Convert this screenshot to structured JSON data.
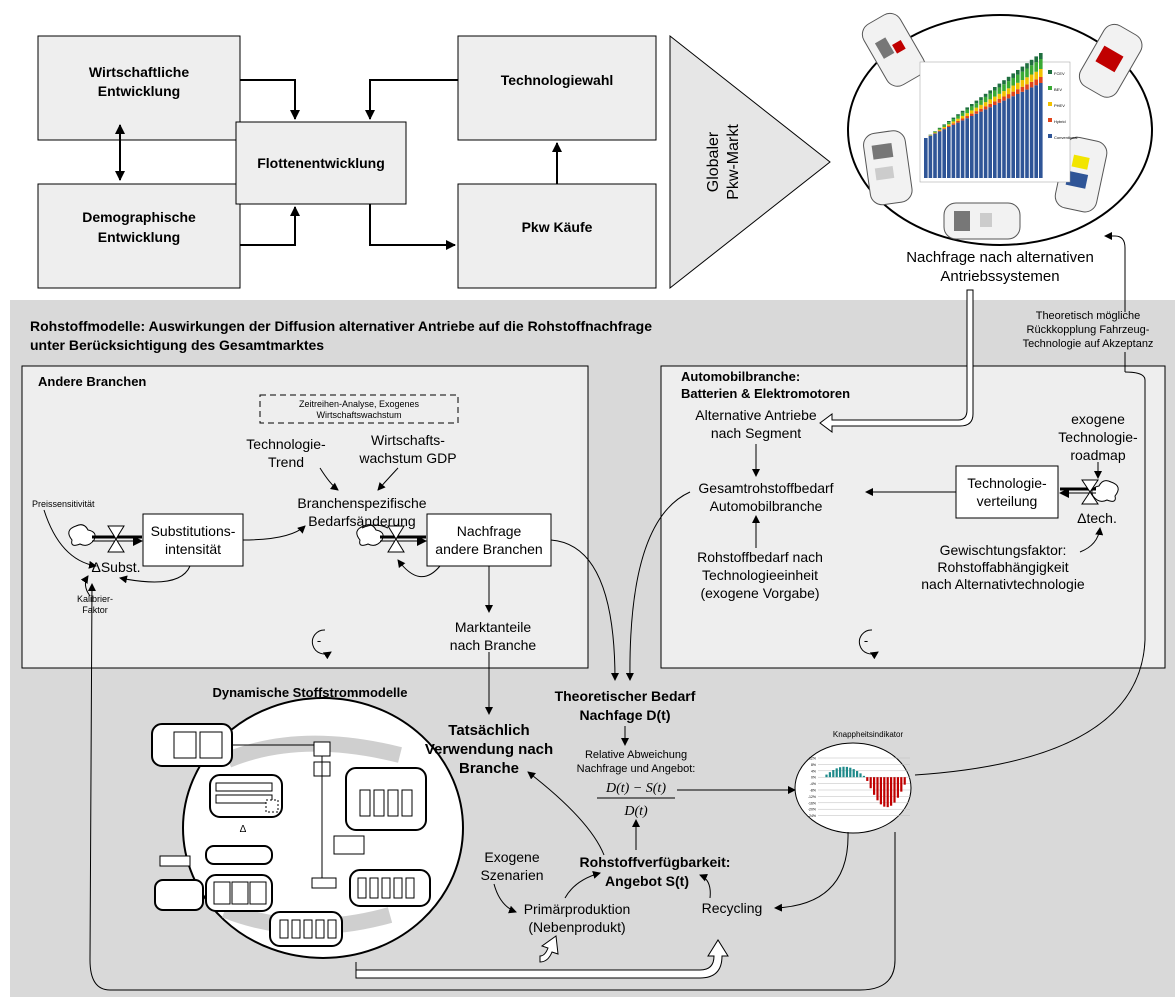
{
  "top_flow": {
    "wirtschaft": [
      "Wirtschaftliche",
      "Entwicklung"
    ],
    "demographie": [
      "Demographische",
      "Entwicklung"
    ],
    "flotte": "Flottenentwicklung",
    "technologiewahl": "Technologiewahl",
    "pkw_kaeufe": "Pkw Käufe",
    "globaler_markt": [
      "Globaler",
      "Pkw-Markt"
    ]
  },
  "fleet_chart": {
    "legend": [
      "FCEV",
      "BEV",
      "PHEV",
      "Hybrid",
      "Conventional"
    ],
    "legend_colors": [
      "#1f6f3f",
      "#3aaa35",
      "#f2c200",
      "#e0441b",
      "#2f5597"
    ]
  },
  "demand_label": [
    "Nachfrage nach alternativen",
    "Antriebssystemen"
  ],
  "feedback_label": [
    "Theoretisch mögliche",
    "Rückkopplung Fahrzeug-",
    "Technologie auf Akzeptanz"
  ],
  "section_title": [
    "Rohstoffmodelle: Auswirkungen der Diffusion alternativer Antriebe auf die Rohstoffnachfrage",
    "unter Berücksichtigung des Gesamtmarktes"
  ],
  "andere": {
    "title": "Andere Branchen",
    "dashed_box": [
      "Zeitreihen-Analyse, Exogenes",
      "Wirtschaftswachstum"
    ],
    "tech_trend": [
      "Technologie-",
      "Trend"
    ],
    "gdp": [
      "Wirtschafts-",
      "wachstum GDP"
    ],
    "branchen_bedarf": [
      "Branchenspezifische",
      "Bedarfsänderung"
    ],
    "preis": "Preissensitivität",
    "subst_box": [
      "Substitutions-",
      "intensität"
    ],
    "delta_subst": "ΔSubst.",
    "kalibrier": [
      "Kalibrier-",
      "Faktor"
    ],
    "nachfrage_box": [
      "Nachfrage",
      "andere Branchen"
    ],
    "marktanteile": [
      "Marktanteile",
      "nach Branche"
    ],
    "loop": "-"
  },
  "auto": {
    "title": [
      "Automobilbranche:",
      "Batterien & Elektromotoren"
    ],
    "alt_antriebe": [
      "Alternative Antriebe",
      "nach Segment"
    ],
    "exogene_tech": [
      "exogene",
      "Technologie-",
      "roadmap"
    ],
    "gesamt": [
      "Gesamtrohstoffbedarf",
      "Automobilbranche"
    ],
    "tech_box": [
      "Technologie-",
      "verteilung"
    ],
    "delta_tech": "Δtech.",
    "rohstoff_tech": [
      "Rohstoffbedarf nach",
      "Technologieeinheit",
      "(exogene Vorgabe)"
    ],
    "gewicht": [
      "Gewischtungsfaktor:",
      "Rohstoffabhängigkeit",
      "nach Alternativtechnologie"
    ],
    "loop": "-"
  },
  "bottom": {
    "dyn_title": "Dynamische Stoffstrommodelle",
    "theor": [
      "Theoretischer Bedarf",
      "Nachfage D(t)"
    ],
    "tatsaechlich": [
      "Tatsächlich",
      "Verwendung nach",
      "Branche"
    ],
    "rel_abw": [
      "Relative Abweichung",
      "Nachfrage und Angebot:"
    ],
    "formula_num": "D(t) − S(t)",
    "formula_den": "D(t)",
    "knapp": "Knappheitsindikator",
    "verfuegbar": [
      "Rohstoffverfügbarkeit:",
      "Angebot S(t)"
    ],
    "exogene_szen": [
      "Exogene",
      "Szenarien"
    ],
    "primaer": [
      "Primärproduktion",
      "(Nebenprodukt)"
    ],
    "recycling": "Recycling",
    "scarcity_ticks": [
      "12%",
      "8%",
      "4%",
      "0%",
      "-4%",
      "-8%",
      "-12%",
      "-16%",
      "-20%",
      "-24%"
    ]
  }
}
